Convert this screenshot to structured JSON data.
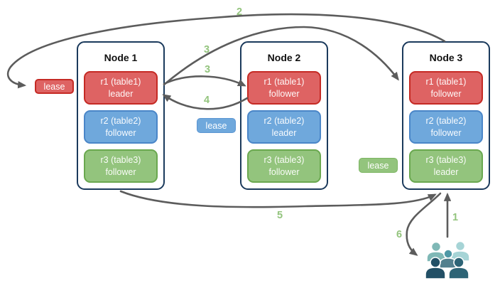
{
  "nodes": [
    {
      "title": "Node 1",
      "replicas": [
        {
          "name": "r1 (table1)",
          "role": "leader",
          "color": "red"
        },
        {
          "name": "r2 (table2)",
          "role": "follower",
          "color": "blue"
        },
        {
          "name": "r3 (table3)",
          "role": "follower",
          "color": "green"
        }
      ]
    },
    {
      "title": "Node 2",
      "replicas": [
        {
          "name": "r1 (table1)",
          "role": "follower",
          "color": "red"
        },
        {
          "name": "r2 (table2)",
          "role": "leader",
          "color": "blue"
        },
        {
          "name": "r3 (table3)",
          "role": "follower",
          "color": "green"
        }
      ]
    },
    {
      "title": "Node 3",
      "replicas": [
        {
          "name": "r1 (table1)",
          "role": "follower",
          "color": "red"
        },
        {
          "name": "r2 (table2)",
          "role": "follower",
          "color": "blue"
        },
        {
          "name": "r3 (table3)",
          "role": "leader",
          "color": "green"
        }
      ]
    }
  ],
  "leases": {
    "red": "lease",
    "blue": "lease",
    "green": "lease"
  },
  "steps": {
    "s1": "1",
    "s2": "2",
    "s3a": "3",
    "s3b": "3",
    "s4": "4",
    "s5": "5",
    "s6": "6"
  },
  "icons": {
    "clients": "people-group-icon"
  },
  "colors": {
    "red_fill": "#DE6363",
    "red_border": "#C52A24",
    "blue_fill": "#6FA8DC",
    "blue_border": "#4A86C8",
    "green_fill": "#93C47D",
    "green_border": "#6AA84F",
    "node_border": "#1B3A5C",
    "arrow": "#5C5C5C",
    "step_label": "#93C47D",
    "people": [
      "#7FB8B6",
      "#A6D4D6",
      "#4E98A6",
      "#53808E",
      "#235066",
      "#2E6476"
    ]
  }
}
